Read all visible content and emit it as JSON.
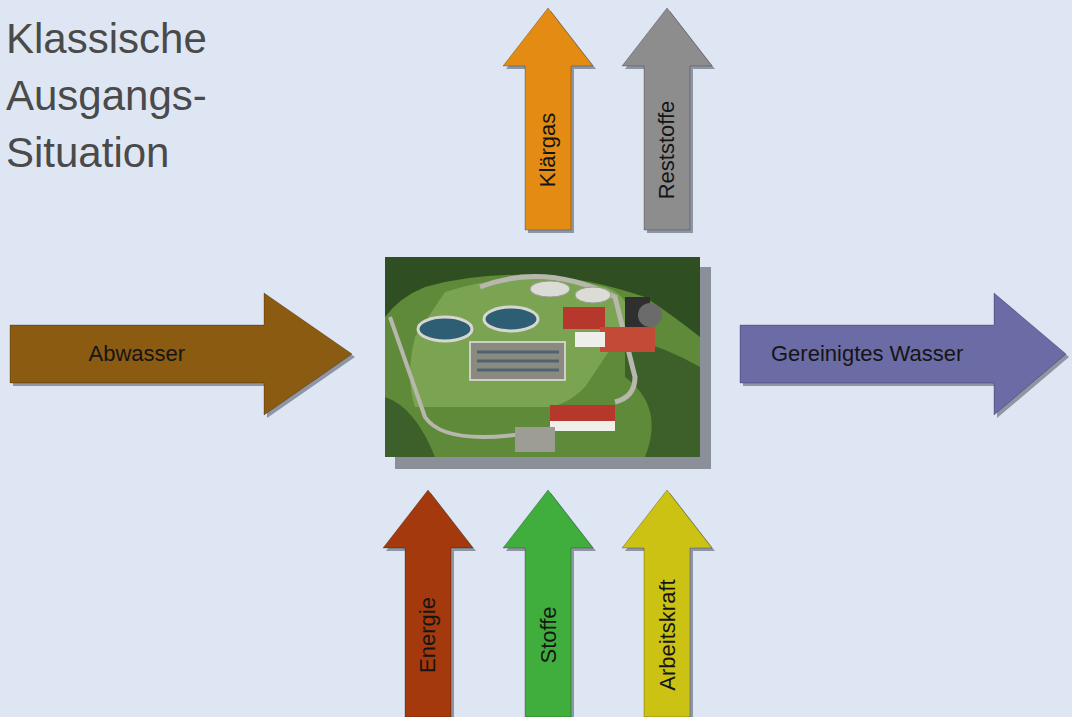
{
  "diagram": {
    "title": "Klassische Ausgangs- Situation",
    "nodes": [
      {
        "text": [
          "Klärgas"
        ]
      },
      {
        "text": [
          "Reststoffe"
        ]
      },
      {
        "text": [
          "Abwasser"
        ]
      },
      {
        "text": [
          "Gereinigtes Wasser"
        ]
      },
      {
        "text": [
          "Energie"
        ]
      },
      {
        "text": [
          "Stoffe"
        ]
      },
      {
        "text": [
          "Arbeitskraft"
        ]
      }
    ]
  }
}
